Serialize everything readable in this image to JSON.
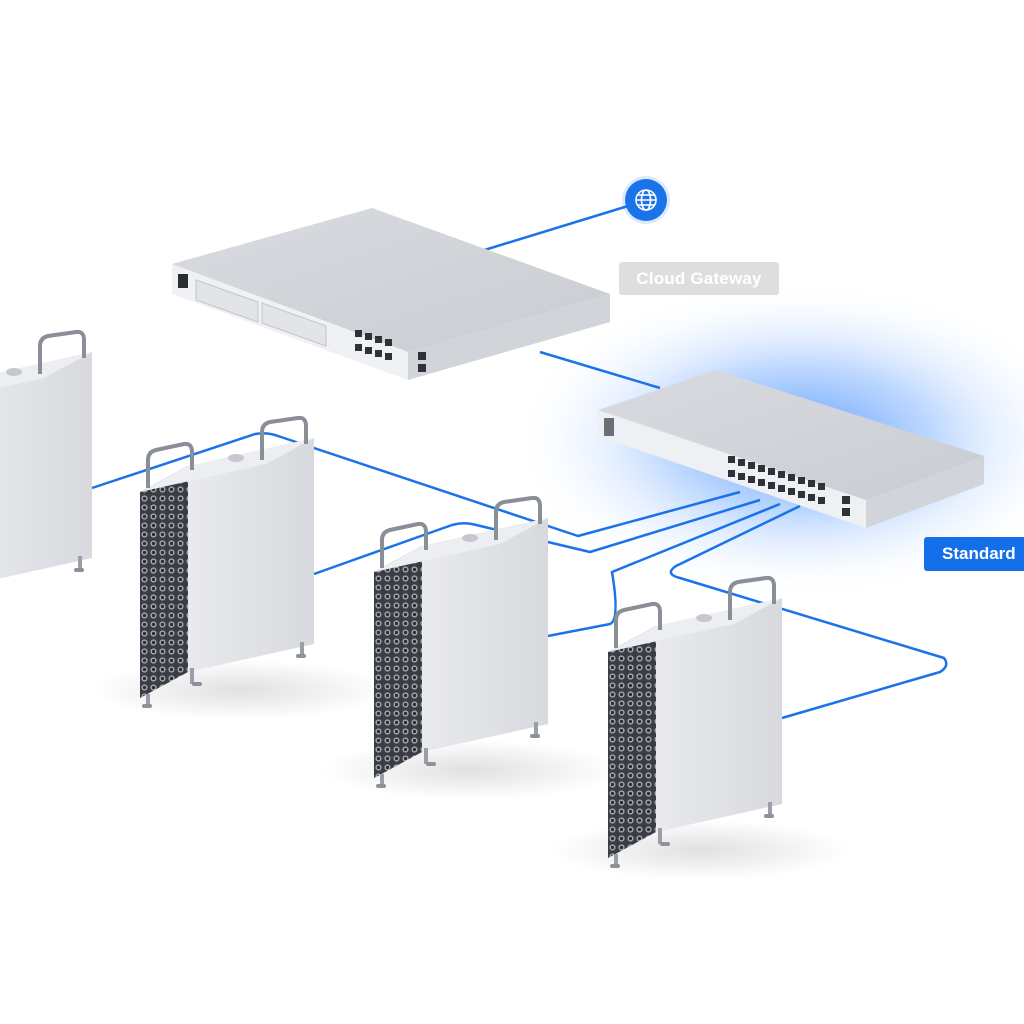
{
  "labels": {
    "gateway": "Cloud Gateway",
    "switch": "Standard"
  },
  "icons": {
    "internet": "globe-icon"
  },
  "colors": {
    "link": "#1a73e8",
    "accent": "#1470ea",
    "device_body": "#e4e6ea",
    "gateway_label_bg": "#dedede"
  },
  "devices": {
    "gateway": "cloud-gateway",
    "switch": "standard-switch",
    "clients": [
      "computer-1",
      "computer-2",
      "computer-3",
      "computer-4"
    ]
  }
}
